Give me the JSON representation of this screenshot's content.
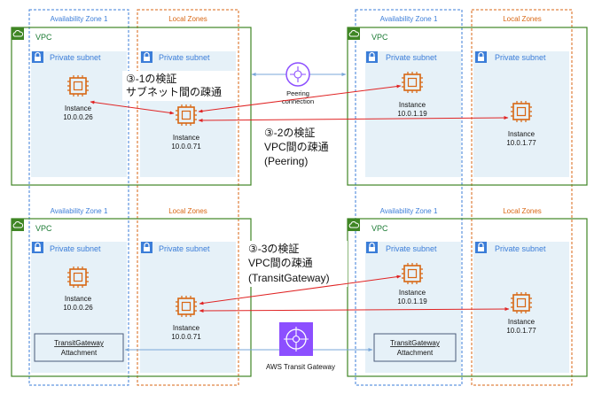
{
  "colors": {
    "vpc_border": "#3f8624",
    "subnet_fill": "#e6f1f8",
    "az_border": "#3b7dd8",
    "local_zone_border": "#d86613",
    "instance_orange": "#d86613",
    "arrow_red": "#e02424",
    "link_blue": "#7aa7d8",
    "tgw_purple": "#8c4fff"
  },
  "icons": [
    "vpc-cloud-icon",
    "subnet-lock-icon",
    "ec2-instance-chip-icon",
    "peering-connection-icon",
    "transit-gateway-icon"
  ],
  "top": {
    "left": {
      "az_label": "Availability Zone 1",
      "lz_label": "Local Zones",
      "vpc_label": "VPC",
      "subnet_az": "Private subnet",
      "subnet_lz": "Private subnet",
      "inst_az_name": "Instance",
      "inst_az_ip": "10.0.0.26",
      "inst_lz_name": "Instance",
      "inst_lz_ip": "10.0.0.71"
    },
    "right": {
      "az_label": "Availability Zone 1",
      "lz_label": "Local Zones",
      "vpc_label": "VPC",
      "subnet_az": "Private subnet",
      "subnet_lz": "Private subnet",
      "inst_az_name": "Instance",
      "inst_az_ip": "10.0.1.19",
      "inst_lz_name": "Instance",
      "inst_lz_ip": "10.0.1.77"
    },
    "peering_line1": "Peering",
    "peering_line2": "connection",
    "note1_line1": "③-1の検証",
    "note1_line2": "サブネット間の疎通",
    "note2_line1": "③-2の検証",
    "note2_line2": "VPC間の疎通",
    "note2_line3": "(Peering)"
  },
  "bottom": {
    "left": {
      "az_label": "Availability Zone 1",
      "lz_label": "Local Zones",
      "vpc_label": "VPC",
      "subnet_az": "Private subnet",
      "subnet_lz": "Private subnet",
      "inst_az_name": "Instance",
      "inst_az_ip": "10.0.0.26",
      "inst_lz_name": "Instance",
      "inst_lz_ip": "10.0.0.71",
      "attach_line1": "TransitGateway",
      "attach_line2": "Attachment"
    },
    "right": {
      "az_label": "Availability Zone 1",
      "lz_label": "Local Zones",
      "vpc_label": "VPC",
      "subnet_az": "Private subnet",
      "subnet_lz": "Private subnet",
      "inst_az_name": "Instance",
      "inst_az_ip": "10.0.1.19",
      "inst_lz_name": "Instance",
      "inst_lz_ip": "10.0.1.77",
      "attach_line1": "TransitGateway",
      "attach_line2": "Attachment"
    },
    "tgw_label": "AWS Transit Gateway",
    "note3_line1": "③-3の検証",
    "note3_line2": "VPC間の疎通",
    "note3_line3": "(TransitGateway)"
  }
}
